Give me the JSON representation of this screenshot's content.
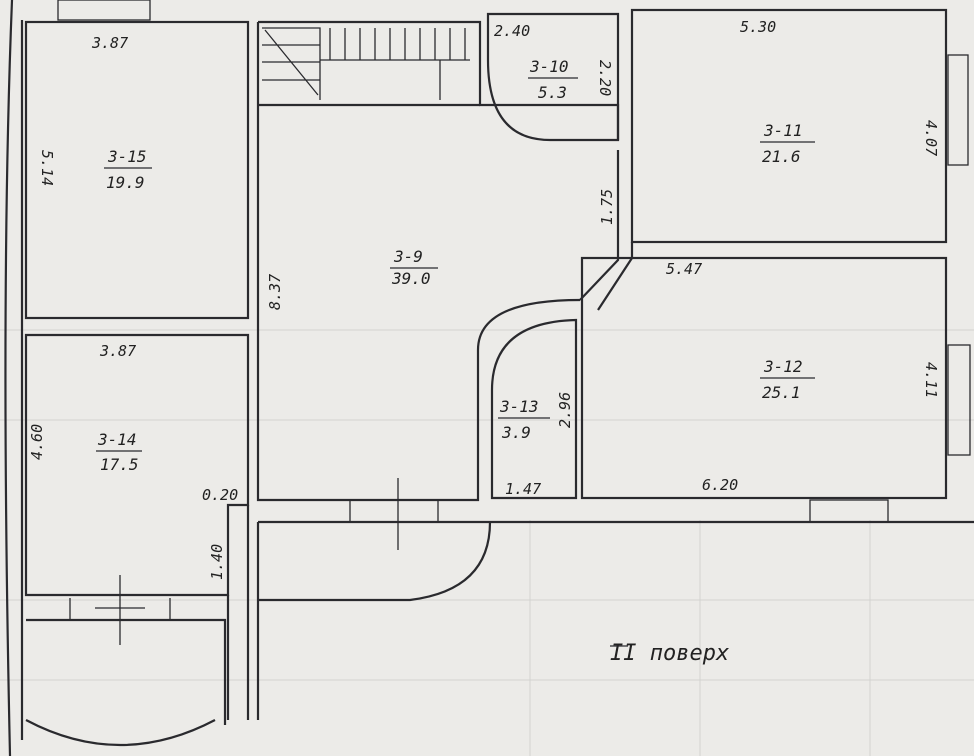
{
  "title": "II поверх",
  "rooms": [
    {
      "id": "3-15",
      "area": "19.9"
    },
    {
      "id": "3-14",
      "area": "17.5"
    },
    {
      "id": "3-9",
      "area": "39.0"
    },
    {
      "id": "3-10",
      "area": "5.3"
    },
    {
      "id": "3-11",
      "area": "21.6"
    },
    {
      "id": "3-12",
      "area": "25.1"
    },
    {
      "id": "3-13",
      "area": "3.9"
    }
  ],
  "dimensions": {
    "r15_top": "3.87",
    "r15_side": "5.14",
    "r14_top": "3.87",
    "r14_side": "4.60",
    "gap": "0.20",
    "door_side": "1.40",
    "r9_side": "8.37",
    "r10_top": "2.40",
    "r10_side": "2.20",
    "corridor": "1.75",
    "r11_top": "5.30",
    "r11_side": "4.07",
    "r12_top": "5.47",
    "r12_side": "4.11",
    "r12_bottom": "6.20",
    "r13_side": "2.96",
    "r13_bottom": "1.47"
  }
}
